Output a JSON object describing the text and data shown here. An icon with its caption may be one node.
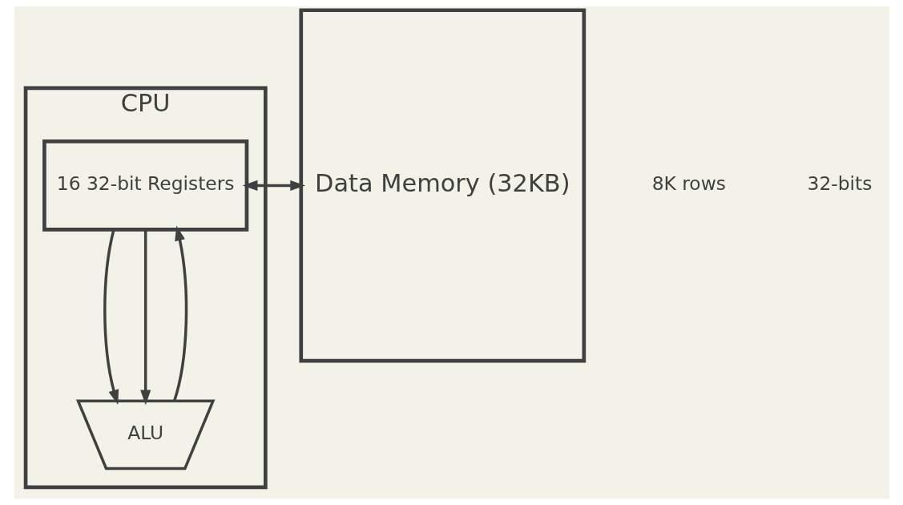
{
  "diagram": {
    "nodes": [
      {
        "text": [
          "CPU"
        ]
      },
      {
        "text": [
          "16 32-bit Registers"
        ],
        "in": 0
      },
      {
        "text": [
          "ALU"
        ],
        "in": 0
      },
      {
        "text": [
          "Data Memory (32KB)"
        ]
      }
    ],
    "edges": [
      {
        "from": 1,
        "to": 2,
        "arrow": "to"
      },
      {
        "from": 1,
        "to": 2,
        "arrow": "to"
      },
      {
        "from": 2,
        "to": 1,
        "arrow": "to"
      },
      {
        "from": 1,
        "to": 3,
        "arrow": "both"
      }
    ],
    "labels": [
      "8K rows",
      "32-bits"
    ]
  }
}
